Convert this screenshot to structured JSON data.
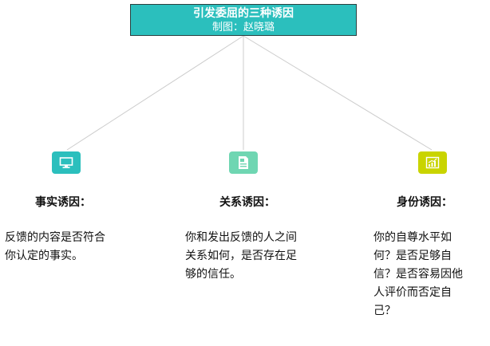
{
  "root": {
    "title": "引发委屈的三种诱因",
    "subtitle": "制图：赵晓璐"
  },
  "colors": {
    "root_fill": "#2bbfbd",
    "connector": "#cccccc",
    "icon_facts": "#2bbfbd",
    "icon_relationship": "#6fd6b2",
    "icon_identity": "#c9d400"
  },
  "nodes": [
    {
      "icon": "monitor-icon",
      "title": "事实诱因：",
      "description_lines": [
        "反馈的内容是否符合",
        "你认定的事实。"
      ]
    },
    {
      "icon": "document-icon",
      "title": "关系诱因：",
      "description_lines": [
        "你和发出反馈的人之间",
        "关系如何，是否存在足",
        "够的信任。"
      ]
    },
    {
      "icon": "bar-chart-icon",
      "title": "身份诱因：",
      "description_lines": [
        "你的自尊水平如",
        "何？是否足够自",
        "信？是否容易因他",
        "人评价而否定自",
        "己？"
      ]
    }
  ]
}
